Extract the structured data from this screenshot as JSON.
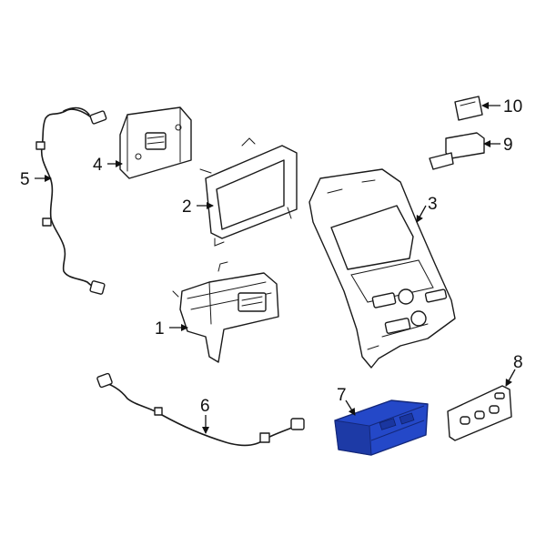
{
  "callouts": {
    "c1": "1",
    "c2": "2",
    "c3": "3",
    "c4": "4",
    "c5": "5",
    "c6": "6",
    "c7": "7",
    "c8": "8",
    "c9": "9",
    "c10": "10"
  },
  "colors": {
    "highlight": "#2448c8",
    "highlight_dark": "#14287a",
    "line": "#1a1a1a"
  }
}
